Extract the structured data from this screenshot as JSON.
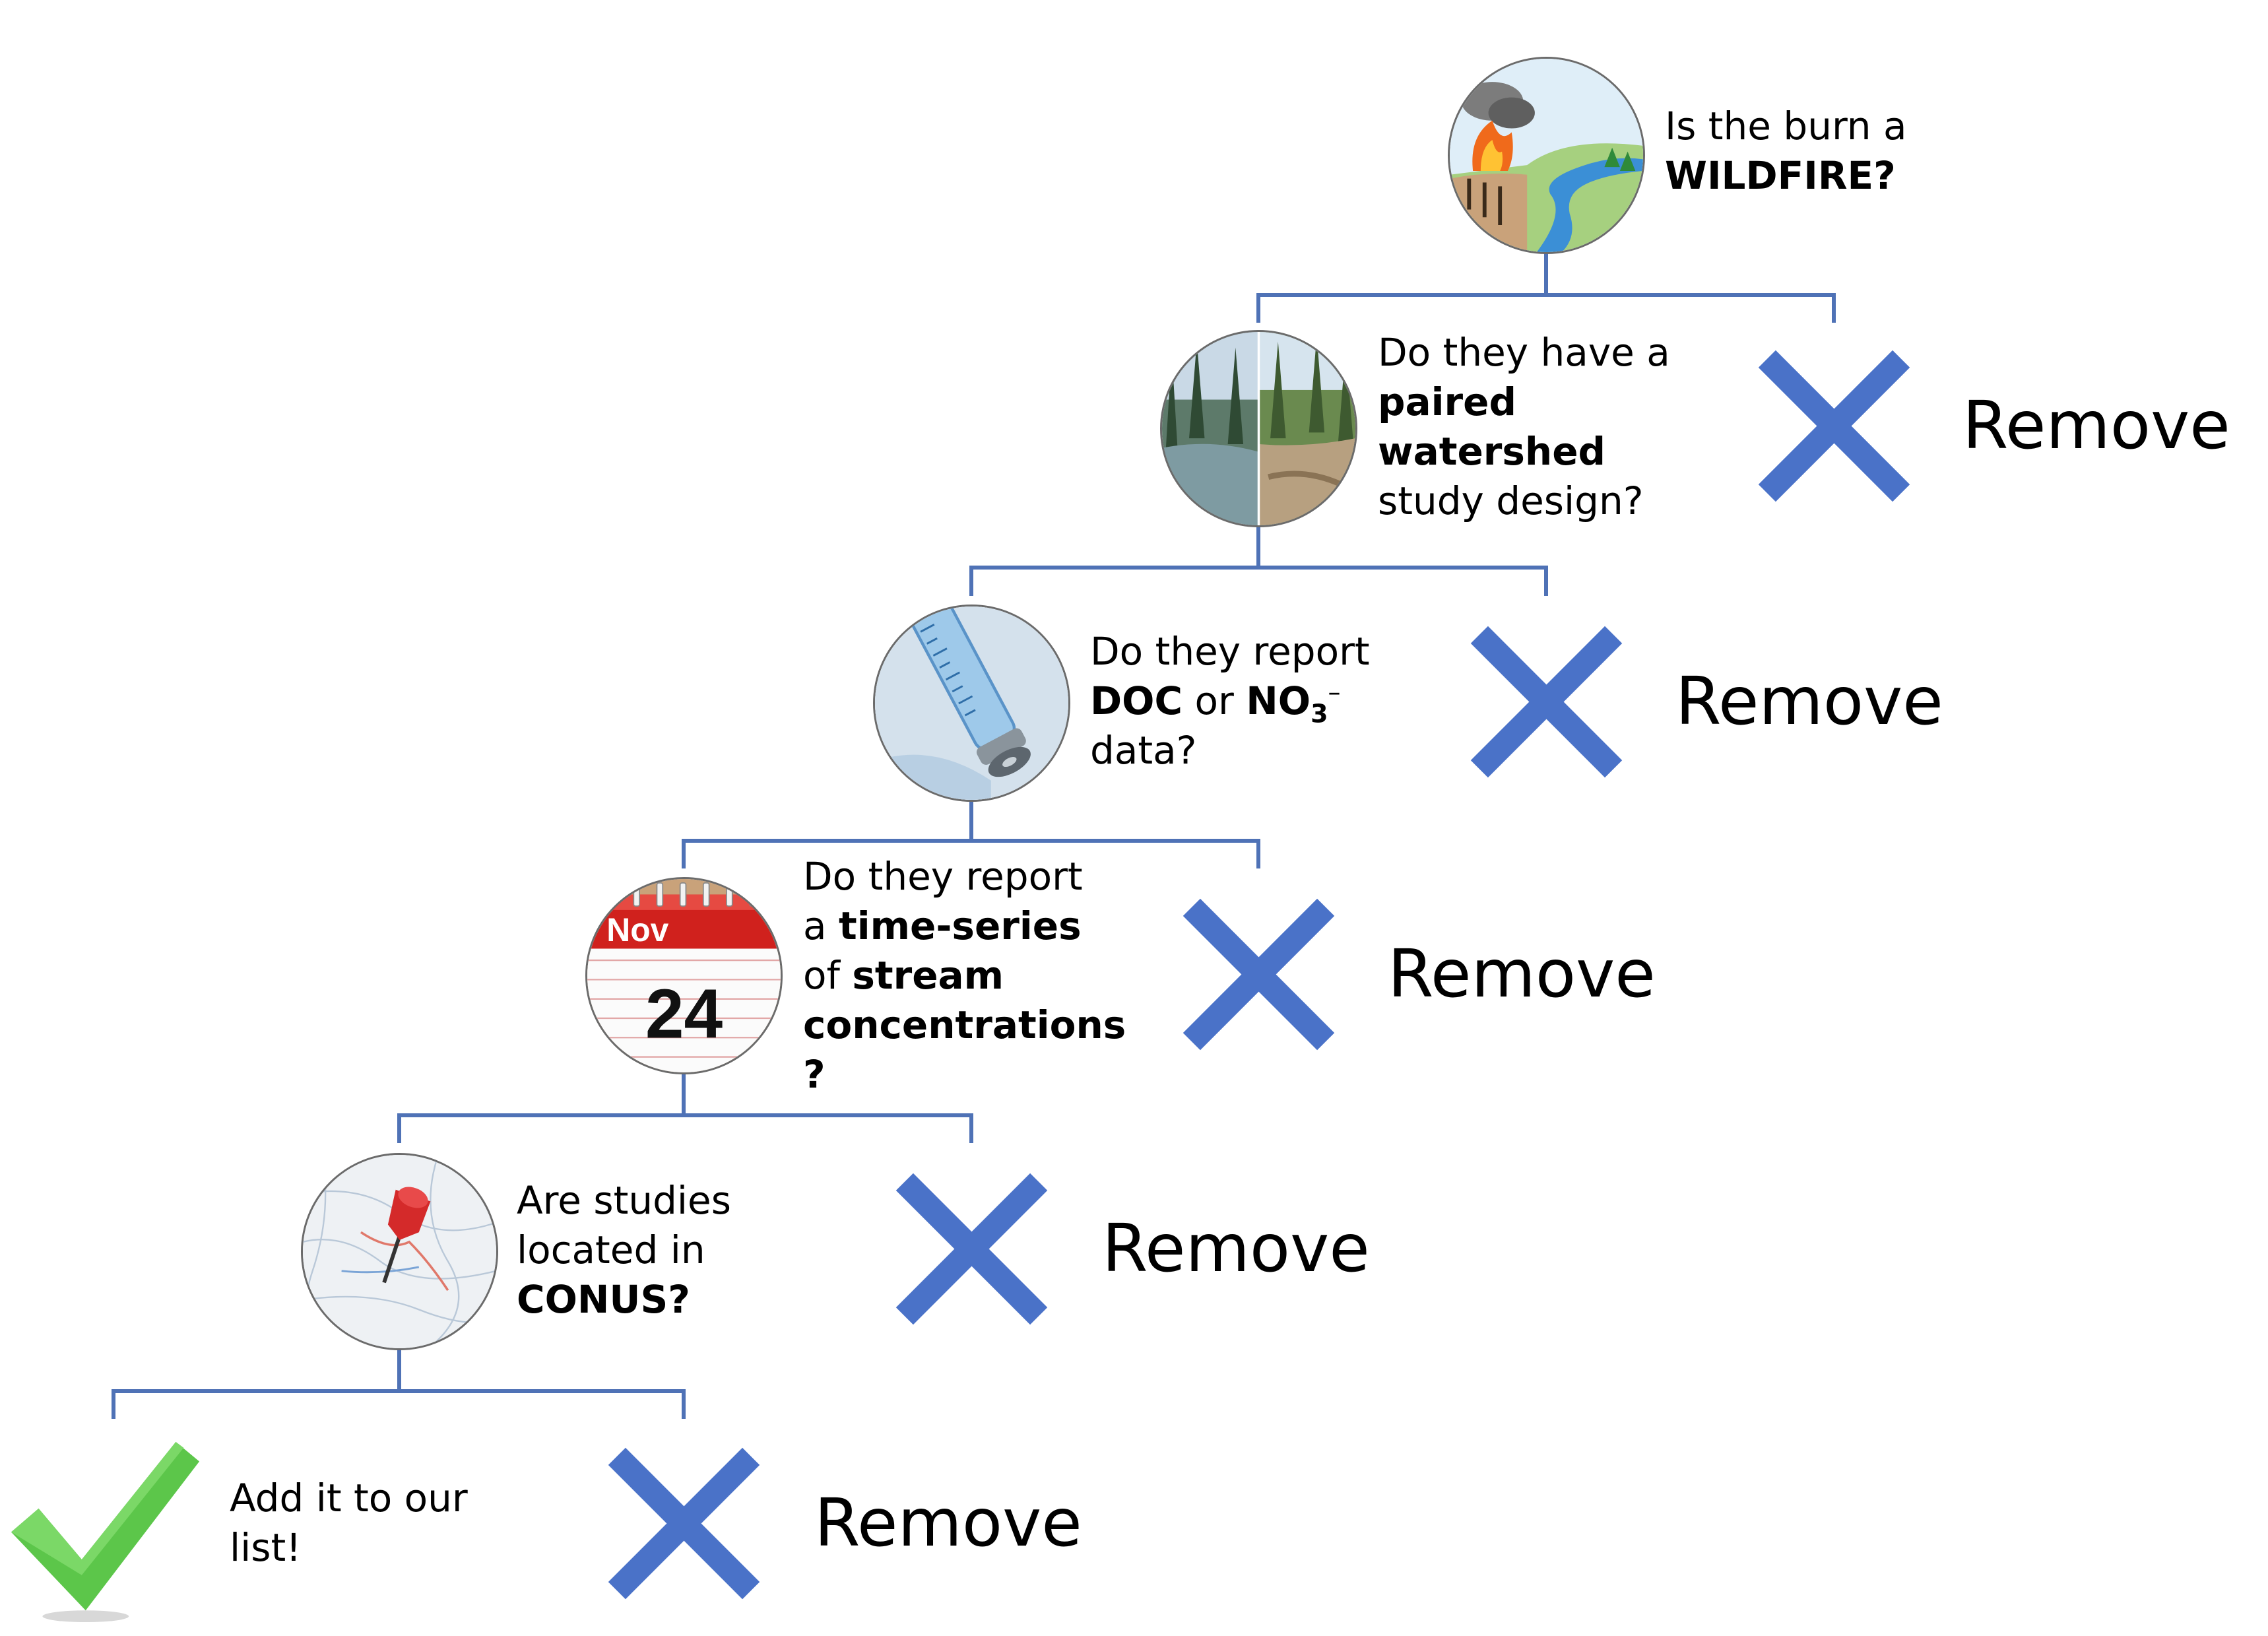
{
  "colors": {
    "connector": "#4f72b6",
    "cross": "#4a72c8",
    "check": "#5cc64a"
  },
  "remove_label": "Remove",
  "steps": [
    {
      "icon": "wildfire-landscape-icon",
      "lines": [
        {
          "parts": [
            {
              "t": "Is the burn a",
              "b": false
            }
          ]
        },
        {
          "parts": [
            {
              "t": "WILDFIRE?",
              "b": true
            }
          ]
        }
      ]
    },
    {
      "icon": "paired-watershed-photo-icon",
      "lines": [
        {
          "parts": [
            {
              "t": "Do they have a",
              "b": false
            }
          ]
        },
        {
          "parts": [
            {
              "t": "paired",
              "b": true
            }
          ]
        },
        {
          "parts": [
            {
              "t": "watershed",
              "b": true
            }
          ]
        },
        {
          "parts": [
            {
              "t": "study design?",
              "b": false
            }
          ]
        }
      ]
    },
    {
      "icon": "syringe-sample-icon",
      "lines": [
        {
          "parts": [
            {
              "t": "Do they report",
              "b": false
            }
          ]
        },
        {
          "parts": [
            {
              "t": "DOC",
              "b": true
            },
            {
              "t": " or ",
              "b": false
            },
            {
              "t": "NO",
              "b": true
            },
            {
              "t": "3",
              "b": true,
              "sub": true
            },
            {
              "t": "–",
              "b": false,
              "sup": true
            }
          ]
        },
        {
          "parts": [
            {
              "t": "data?",
              "b": false
            }
          ]
        }
      ]
    },
    {
      "icon": "calendar-icon",
      "calendar": {
        "month": "Nov",
        "day": "24"
      },
      "lines": [
        {
          "parts": [
            {
              "t": "Do they report",
              "b": false
            }
          ]
        },
        {
          "parts": [
            {
              "t": "a ",
              "b": false
            },
            {
              "t": "time-series",
              "b": true
            }
          ]
        },
        {
          "parts": [
            {
              "t": "of ",
              "b": false
            },
            {
              "t": "stream",
              "b": true
            }
          ]
        },
        {
          "parts": [
            {
              "t": "concentrations",
              "b": true
            }
          ]
        },
        {
          "parts": [
            {
              "t": "?",
              "b": true
            }
          ]
        }
      ]
    },
    {
      "icon": "map-pin-icon",
      "lines": [
        {
          "parts": [
            {
              "t": "Are studies",
              "b": false
            }
          ]
        },
        {
          "parts": [
            {
              "t": "located in",
              "b": false
            }
          ]
        },
        {
          "parts": [
            {
              "t": "CONUS?",
              "b": true
            }
          ]
        }
      ]
    }
  ],
  "final": {
    "icon": "checkmark-icon",
    "lines": [
      {
        "parts": [
          {
            "t": "Add it to our",
            "b": false
          }
        ]
      },
      {
        "parts": [
          {
            "t": "list!",
            "b": false
          }
        ]
      }
    ]
  }
}
